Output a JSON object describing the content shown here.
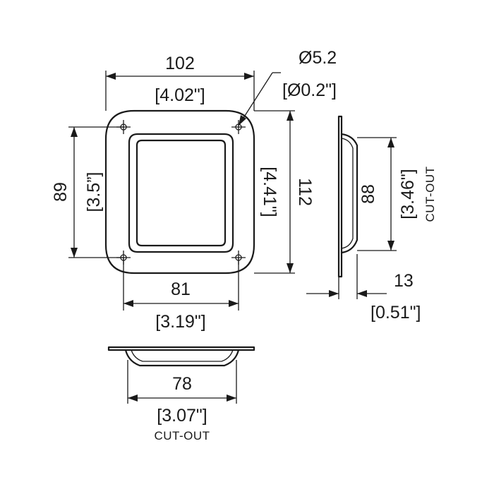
{
  "dimensions": {
    "outer_width": {
      "value": "102",
      "imperial": "[4.02\"]"
    },
    "hole_dia": {
      "value": "Ø5.2",
      "imperial": "[Ø0.2\"]"
    },
    "hole_spacing_vertical": {
      "value": "89",
      "imperial": "[3.5”]"
    },
    "outer_height": {
      "value": "112",
      "imperial": "[4.41\"]"
    },
    "hole_spacing_horizontal": {
      "value": "81",
      "imperial": "[3.19\"]"
    },
    "cutout_height": {
      "value": "88",
      "imperial": "[3.46\"]",
      "note": "CUT-OUT"
    },
    "depth": {
      "value": "13",
      "imperial": "[0.51\"]"
    },
    "cutout_width": {
      "value": "78",
      "imperial": "[3.07\"]",
      "note": "CUT-OUT"
    }
  }
}
